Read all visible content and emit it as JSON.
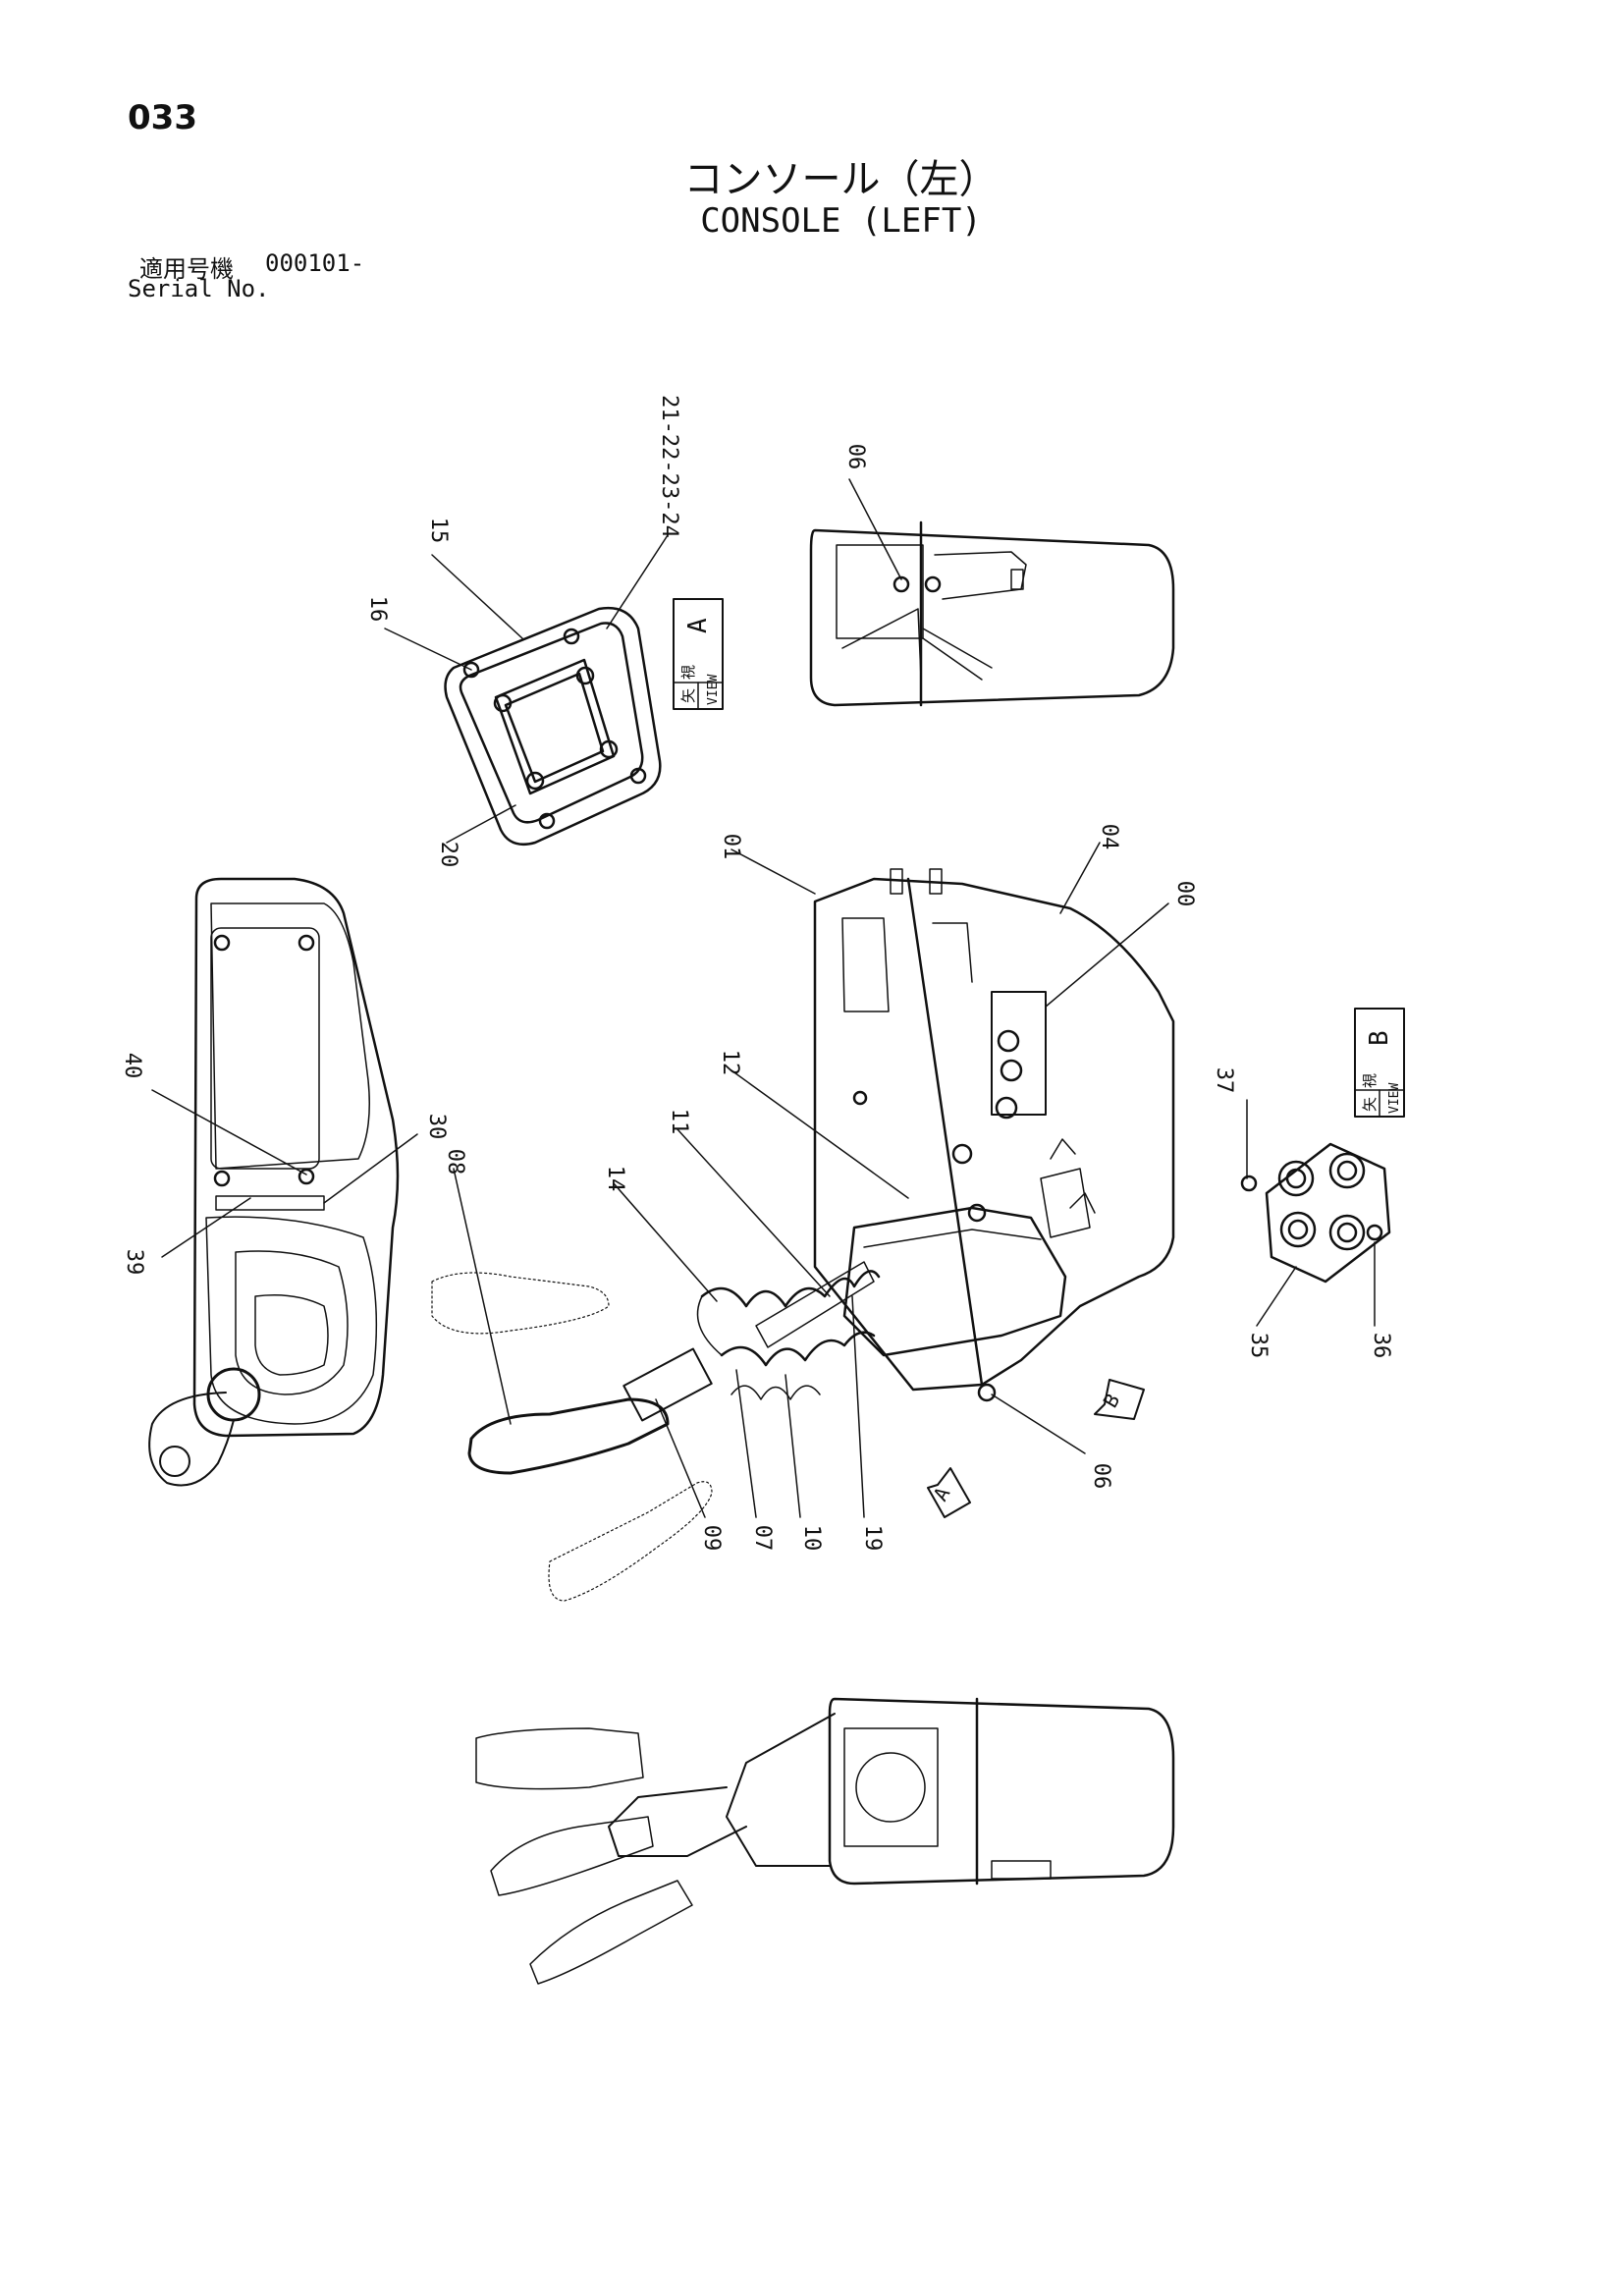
{
  "page": {
    "number": "033"
  },
  "title": {
    "japanese": "コンソール（左）",
    "english": "CONSOLE (LEFT)"
  },
  "serial": {
    "label_jp": "適用号機",
    "value": "000101-",
    "label_en": "Serial No."
  },
  "views": {
    "a": {
      "jp": "矢 視",
      "en": "VIEW",
      "letter": "A"
    },
    "b": {
      "jp": "矢 視",
      "en": "VIEW",
      "letter": "B"
    }
  },
  "arrows": {
    "a": "A",
    "b": "B"
  },
  "callouts": {
    "c06a": "06",
    "c15": "15",
    "c16": "16",
    "c20": "20",
    "c21_24": "21-22-23-24",
    "c01": "01",
    "c04": "04",
    "c00": "00",
    "c12": "12",
    "c11": "11",
    "c14": "14",
    "c08": "08",
    "c40": "40",
    "c39": "39",
    "c30": "30",
    "c37": "37",
    "c35": "35",
    "c36": "36",
    "c06b": "06",
    "c09": "09",
    "c07": "07",
    "c10": "10",
    "c19": "19"
  }
}
